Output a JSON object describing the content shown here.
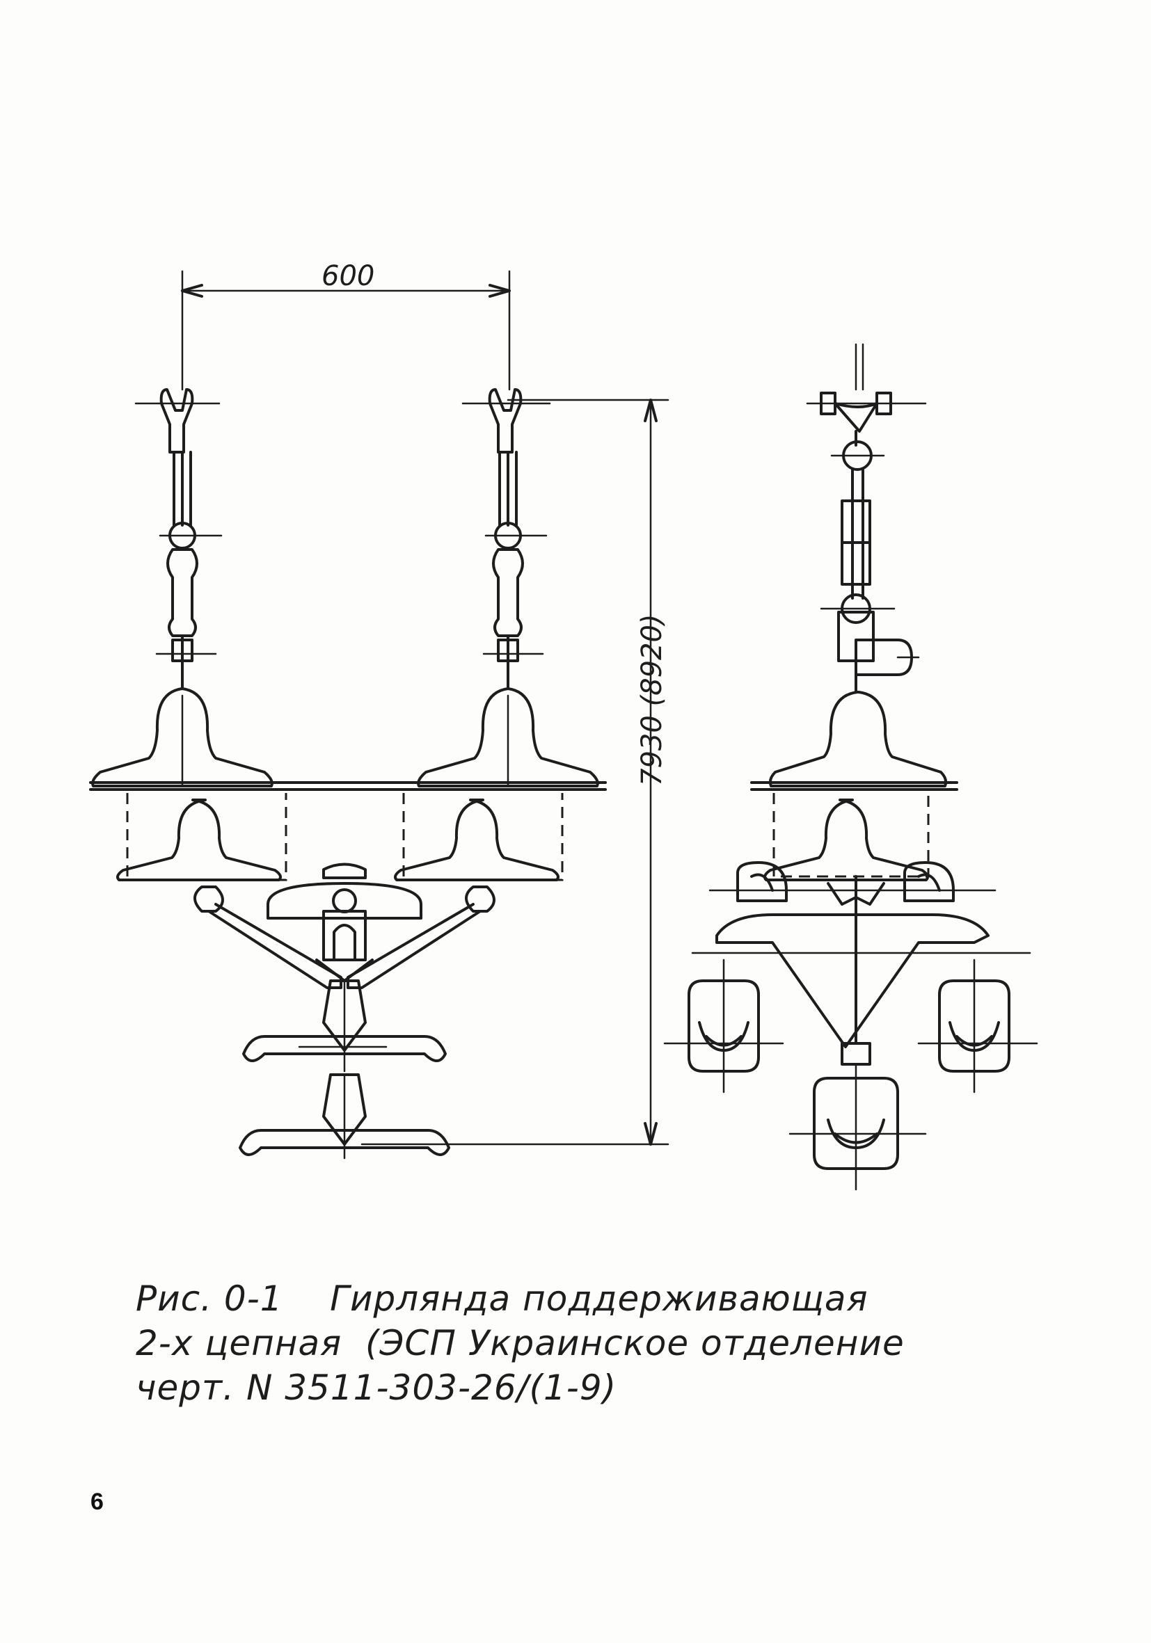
{
  "drawing": {
    "dimension_width": "600",
    "dimension_height": "7930 (8920)"
  },
  "caption": {
    "line1": "Рис. 0-1    Гирлянда поддерживающая",
    "line2": "2-х цепная  (ЭСП Украинское отделение",
    "line3": "черт. N 3511-303-26/(1-9)"
  },
  "page_number": "6"
}
